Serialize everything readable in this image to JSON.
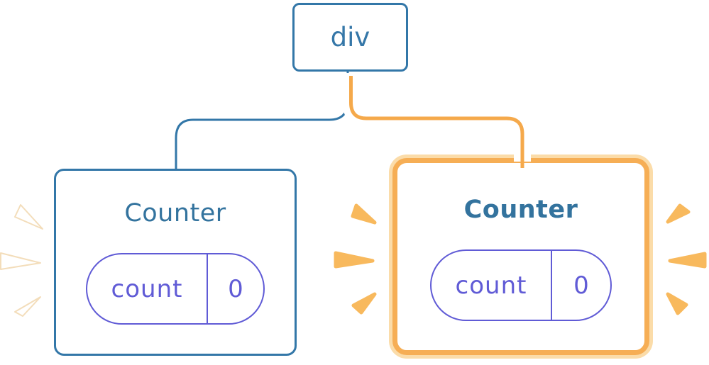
{
  "tree": {
    "root_label": "div",
    "left": {
      "title": "Counter",
      "state_key": "count",
      "state_value": "0",
      "highlighted": false
    },
    "right": {
      "title": "Counter",
      "state_key": "count",
      "state_value": "0",
      "highlighted": true
    }
  },
  "icons": {
    "left_flash": "flash-burst-faded",
    "right_flash": "flash-burst-active"
  },
  "colors": {
    "blue_border": "#3377a8",
    "blue_text": "#3577a8",
    "title_blue": "#33739e",
    "purple": "#605bd6",
    "orange_border": "#f6ae55",
    "orange_ring": "#fbdca9",
    "orange_line": "#f5a94b",
    "orange_spark": "#f8b95d",
    "spark_faded_edge": "#f3ddba"
  }
}
